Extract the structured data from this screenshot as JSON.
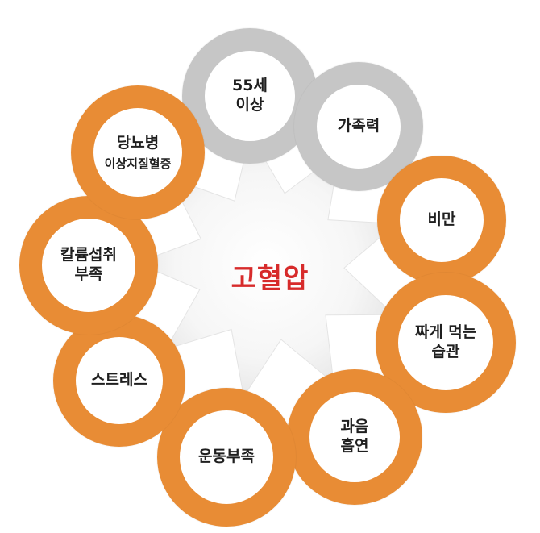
{
  "diagram": {
    "center_label": "고혈압",
    "colors": {
      "orange_ring": "#e88c35",
      "gray_ring": "#c6c6c6",
      "center_text": "#d72b2b",
      "star_fill": "#f2f2f2"
    },
    "factors": [
      {
        "id": "age",
        "line1": "55세",
        "line2": "이상",
        "color": "gray"
      },
      {
        "id": "family",
        "line1": "가족력",
        "line2": "",
        "color": "gray"
      },
      {
        "id": "obesity",
        "line1": "비만",
        "line2": "",
        "color": "orange"
      },
      {
        "id": "salty",
        "line1": "짜게 먹는",
        "line2": "습관",
        "color": "orange"
      },
      {
        "id": "drinking-smoking",
        "line1": "과음",
        "line2": "흡연",
        "color": "orange"
      },
      {
        "id": "exercise",
        "line1": "운동부족",
        "line2": "",
        "color": "orange"
      },
      {
        "id": "stress",
        "line1": "스트레스",
        "line2": "",
        "color": "orange"
      },
      {
        "id": "potassium",
        "line1": "칼륨섭취",
        "line2": "부족",
        "color": "orange"
      },
      {
        "id": "diabetes",
        "line1": "당뇨병",
        "sub": "이상지질혈증",
        "color": "orange"
      }
    ]
  }
}
